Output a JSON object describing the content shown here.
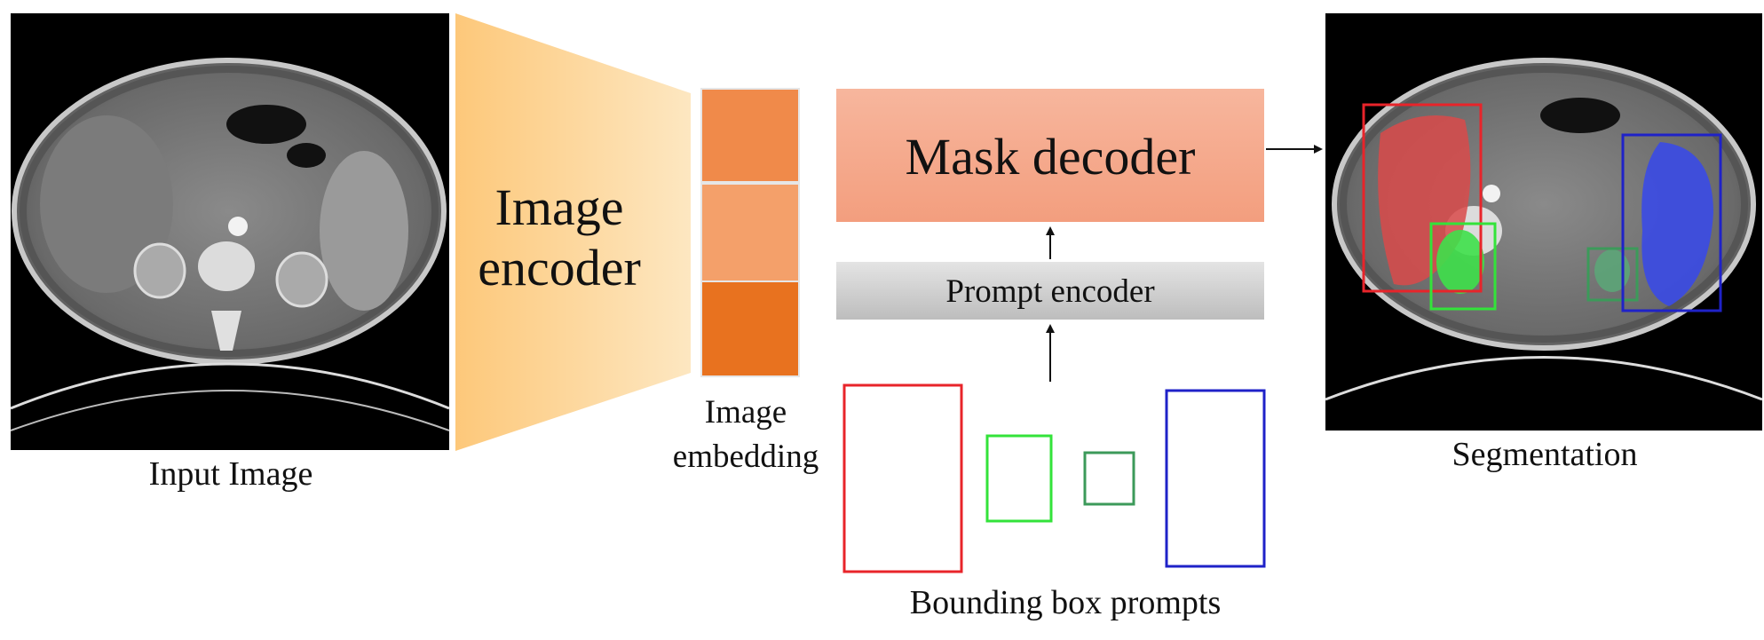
{
  "labels": {
    "input_image": "Input Image",
    "image_encoder_line1": "Image",
    "image_encoder_line2": "encoder",
    "image_embedding_line1": "Image",
    "image_embedding_line2": "embedding",
    "mask_decoder": "Mask decoder",
    "prompt_encoder": "Prompt encoder",
    "bounding_box_prompts": "Bounding box prompts",
    "segmentation": "Segmentation"
  },
  "prompt_boxes": [
    {
      "id": "red",
      "color": "#e8242a"
    },
    {
      "id": "green",
      "color": "#33e33a"
    },
    {
      "id": "dark-green",
      "color": "#3c9a5a"
    },
    {
      "id": "blue",
      "color": "#1f22c8"
    }
  ],
  "colors": {
    "encoder_trapezoid_start": "#fdc87a",
    "encoder_trapezoid_end": "#fde7c1",
    "embedding_top": "#f08a4a",
    "embedding_mid": "#f4a06a",
    "embedding_bottom": "#e8721f",
    "mask_decoder_fill": "#f5a98c",
    "prompt_encoder_fill": "#cfcfcf",
    "arrow": "#111111",
    "ct_background": "#000000",
    "liver_overlay": "#d94a4a",
    "right_kidney_overlay": "#3ee04a",
    "left_kidney_overlay": "#5aa878",
    "spleen_overlay": "#3a4ae6"
  }
}
